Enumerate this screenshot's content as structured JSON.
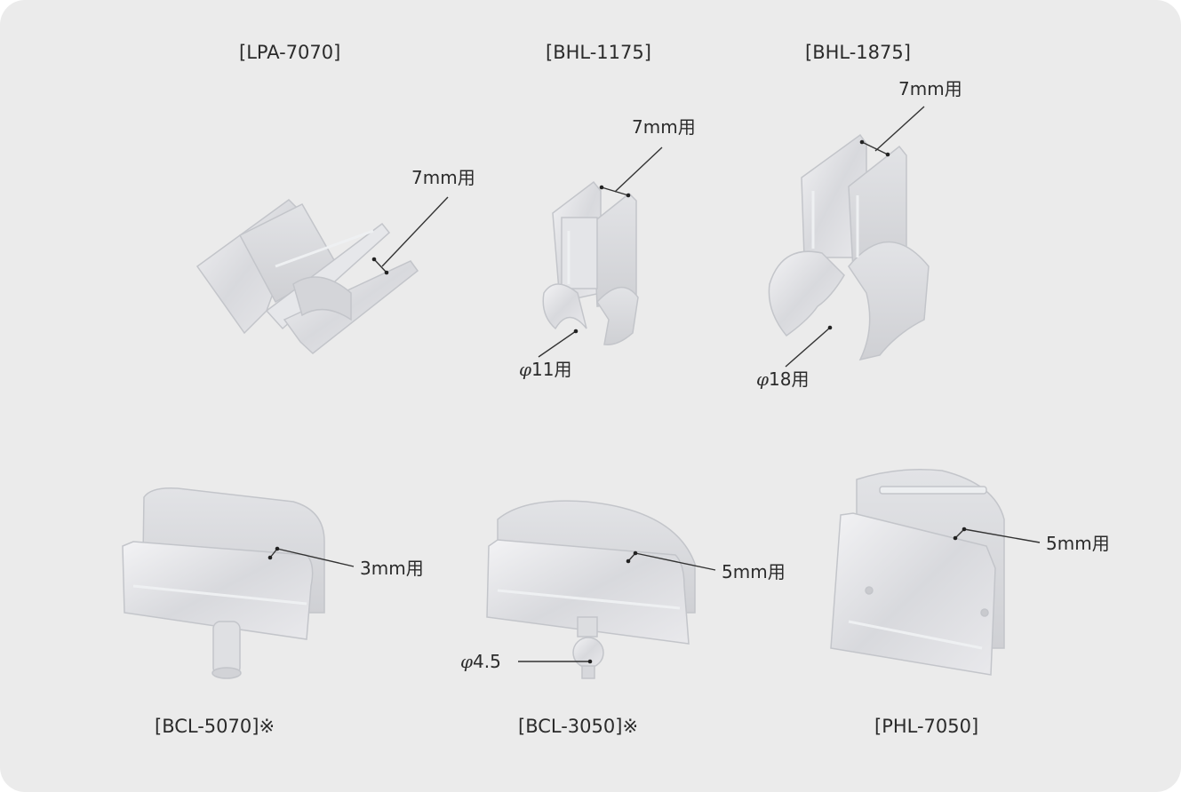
{
  "colors": {
    "background": "#ebebeb",
    "plastic_fill": "#dcdde0",
    "plastic_edge": "#b9bbc0",
    "text": "#2b2b2b",
    "leader": "#333333"
  },
  "products": [
    {
      "name": "[LPA-7070]",
      "callouts": [
        "7mm用"
      ]
    },
    {
      "name": "[BHL-1175]",
      "callouts": [
        "7mm用"
      ],
      "diameter": {
        "symbol": "φ",
        "value": "11用"
      }
    },
    {
      "name": "[BHL-1875]",
      "callouts": [
        "7mm用"
      ],
      "diameter": {
        "symbol": "φ",
        "value": "18用"
      }
    },
    {
      "name": "[BCL-5070]※",
      "callouts": [
        "3mm用"
      ]
    },
    {
      "name": "[BCL-3050]※",
      "callouts": [
        "5mm用"
      ],
      "diameter": {
        "symbol": "φ",
        "value": "4.5"
      }
    },
    {
      "name": "[PHL-7050]",
      "callouts": [
        "5mm用"
      ]
    }
  ]
}
